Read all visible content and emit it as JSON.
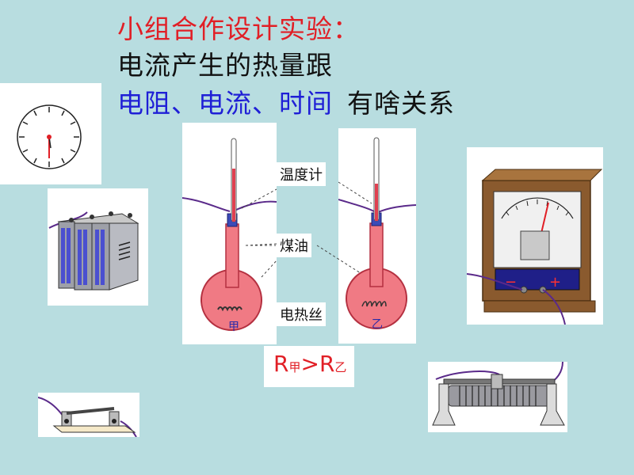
{
  "title": {
    "line1": "小组合作设计实验：",
    "line2": "电流产生的热量跟",
    "line3_blue": "电阻、电流、时间",
    "line3_black": "有啥关系"
  },
  "labels": {
    "thermometer": "温度计",
    "kerosene": "煤油",
    "heating_wire": "电热丝"
  },
  "flasks": {
    "left_mark": "甲",
    "right_mark": "乙"
  },
  "relation": {
    "r1": "R",
    "s1": "甲",
    "op": ">",
    "r2": "R",
    "s2": "乙"
  },
  "ammeter": {
    "minus": "−",
    "plus": "+"
  },
  "colors": {
    "background": "#b8dde0",
    "title_red": "#e11f26",
    "title_blue": "#1f1fd6",
    "liquid": "#f07a84",
    "wire": "#5a2a8a"
  }
}
